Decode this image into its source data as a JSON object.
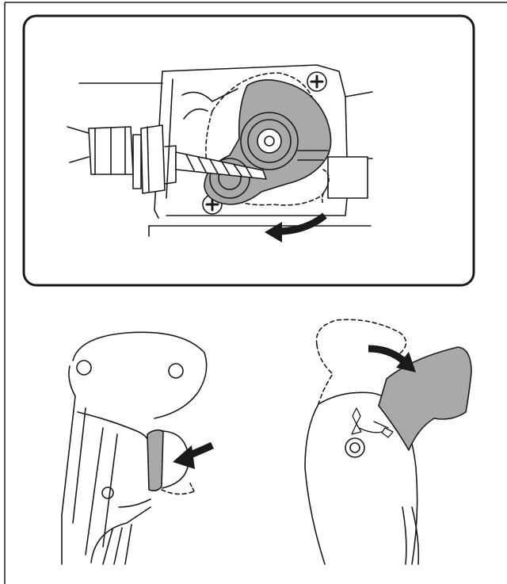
{
  "figure": {
    "panels": [
      {
        "name": "detail-inset",
        "arrow_direction": "counterclockwise"
      },
      {
        "name": "trigger-left",
        "arrow_direction": "inward"
      },
      {
        "name": "lever-right",
        "arrow_direction": "clockwise"
      }
    ],
    "colors": {
      "stroke": "#1a1a1a",
      "fill_gray": "#a9a9a9",
      "background": "#ffffff"
    }
  }
}
